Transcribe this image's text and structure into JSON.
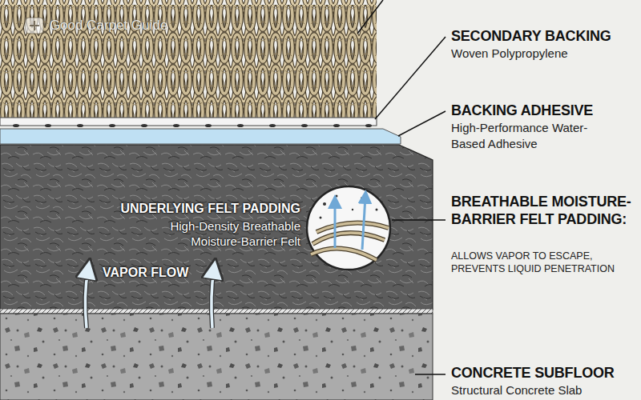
{
  "diagram": {
    "nodes": [
      {
        "text": [
          "UNDERLYING FELT PADDING",
          "High-Density Breathable Moisture-Barrier Felt",
          "VAPOR FLOW"
        ]
      }
    ],
    "labels": [
      "Good Carpet Guide",
      "SECONDARY BACKING",
      "Woven Polypropylene",
      "BACKING ADHESIVE",
      "High-Performance Water-Based Adhesive",
      "BREATHABLE MOISTURE-BARRIER FELT PADDING:",
      "ALLOWS VAPOR TO ESCAPE, PREVENTS LIQUID PENETRATION",
      "CONCRETE SUBFLOOR",
      "Structural Concrete Slab"
    ]
  }
}
